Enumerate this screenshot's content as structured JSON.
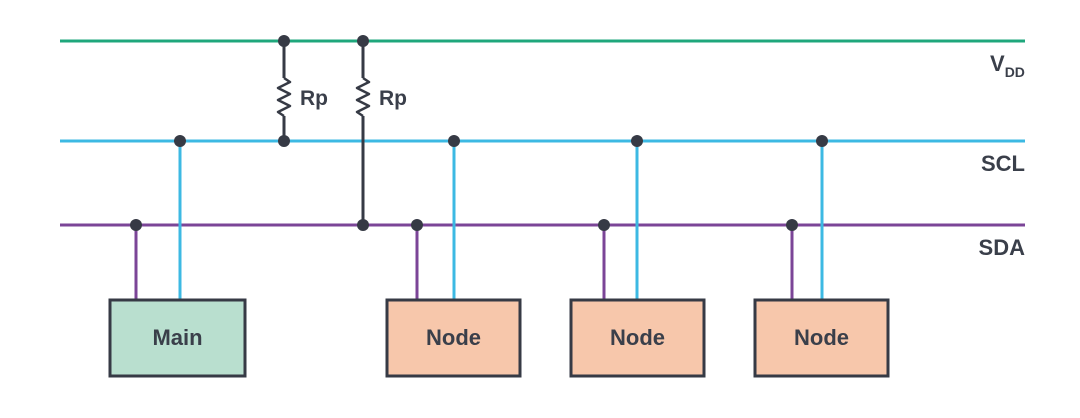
{
  "colors": {
    "vdd": "#1fa77c",
    "scl": "#3cb9e3",
    "sda": "#7b4597",
    "resistor": "#363a45",
    "node_fill": "#f7c7ab",
    "main_fill": "#b9dfcf",
    "box_stroke": "#363a45",
    "junction": "#363a45",
    "text": "#3a3f4a"
  },
  "rails": {
    "vdd": {
      "label_main": "V",
      "label_sub": "DD"
    },
    "scl": {
      "label": "SCL"
    },
    "sda": {
      "label": "SDA"
    }
  },
  "resistors": [
    {
      "label": "Rp",
      "connects": "scl"
    },
    {
      "label": "Rp",
      "connects": "sda"
    }
  ],
  "devices": [
    {
      "label": "Main",
      "kind": "main"
    },
    {
      "label": "Node",
      "kind": "node"
    },
    {
      "label": "Node",
      "kind": "node"
    },
    {
      "label": "Node",
      "kind": "node"
    }
  ]
}
